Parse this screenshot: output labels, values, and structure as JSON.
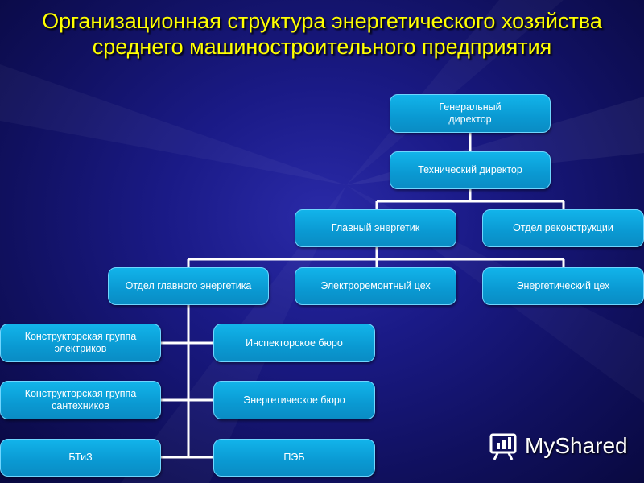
{
  "title": "Организационная структура энергетического хозяйства среднего машиностроительного предприятия",
  "nodes": {
    "general_director": "Генеральный директор",
    "technical_director": "Технический директор",
    "chief_power_engineer": "Главный энергетик",
    "reconstruction_dept": "Отдел реконструкции",
    "chief_power_engineer_dept": "Отдел главного энергетика",
    "electrical_repair_shop": "Электроремонтный цех",
    "power_shop": "Энергетический цех",
    "design_group_electricians": "Конструкторская группа электриков",
    "inspection_bureau": "Инспекторское бюро",
    "design_group_plumbers": "Конструкторская группа сантехников",
    "energy_bureau": "Энергетическое бюро",
    "btiz": "БТиЗ",
    "peb": "ПЭБ"
  },
  "watermark": {
    "text": "MyShared",
    "icon": "presentation-board-icon"
  },
  "colors": {
    "title": "#ffff00",
    "box": "#0a9ad2",
    "line": "#ffffff"
  }
}
